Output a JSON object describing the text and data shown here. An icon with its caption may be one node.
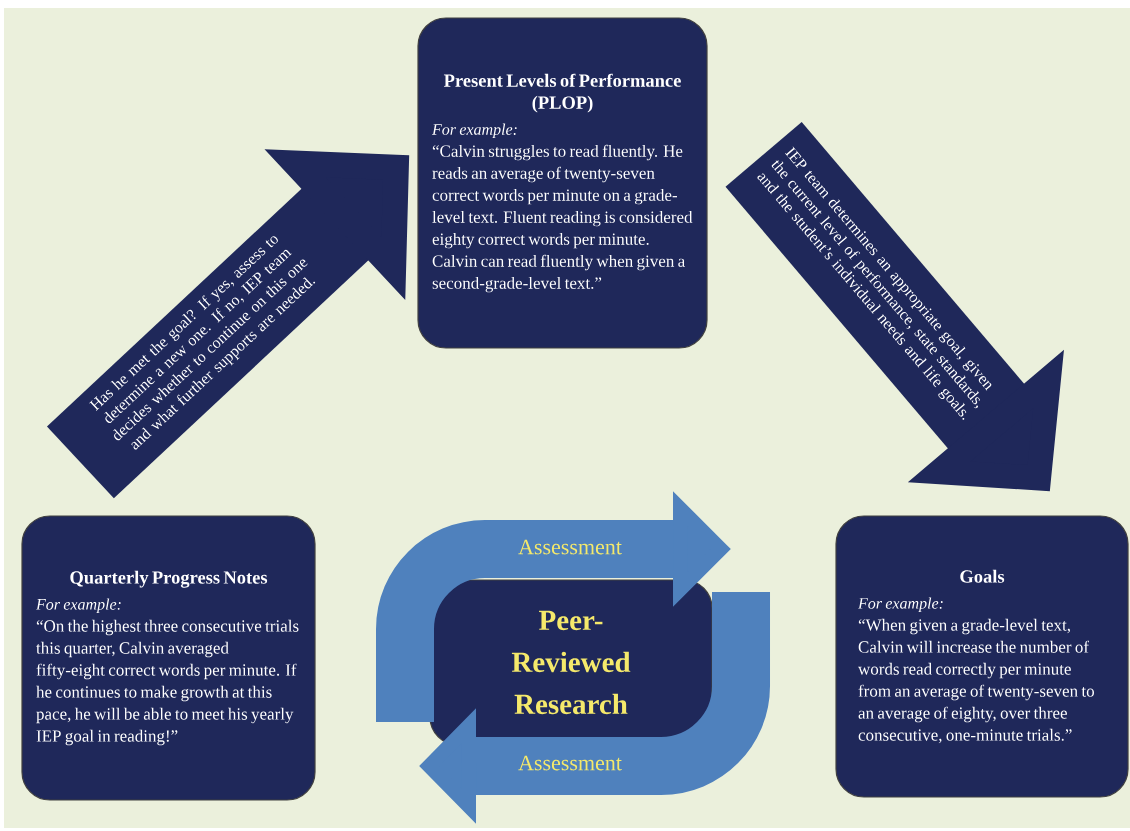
{
  "diagram": {
    "nodes": [
      {
        "text": [
          "Present Levels of Performance (PLOP)",
          "For example:",
          "“Calvin struggles to read fluently. He reads an average of twenty-seven correct words per minute on a grade- level text. Fluent reading is considered eighty correct words per minute. Calvin can read fluently when given a second-grade-level text.”"
        ]
      },
      {
        "text": [
          "Goals",
          "For example:",
          "“When given a grade-level text, Calvin will increase the number of words read correctly per minute from an average of twenty-seven to an average of eighty, over three consecutive, one-minute trials.”"
        ]
      },
      {
        "text": [
          "Quarterly Progress Notes",
          "For example:",
          "“On the highest three consecutive trials this quarter, Calvin averaged fifty-eight correct words per minute. If he continues to make growth at this pace, he will be able to meet his yearly IEP goal in reading!”"
        ]
      },
      {
        "text": [
          "Peer-Reviewed Research"
        ]
      }
    ],
    "edges": [
      {
        "from": 0,
        "to": 1,
        "arrow": "to",
        "label": "IEP team determines an appropriate goal, given the current level of performance, state standards, and the student’s individual needs and life goals."
      },
      {
        "from": 2,
        "to": 0,
        "arrow": "to",
        "label": "Has he met the goal? If yes, assess to determine a new one. If no, IEP team decides whether to continue on this one and what further supports are needed."
      }
    ],
    "labels": [
      "Assessment",
      "Assessment"
    ]
  }
}
